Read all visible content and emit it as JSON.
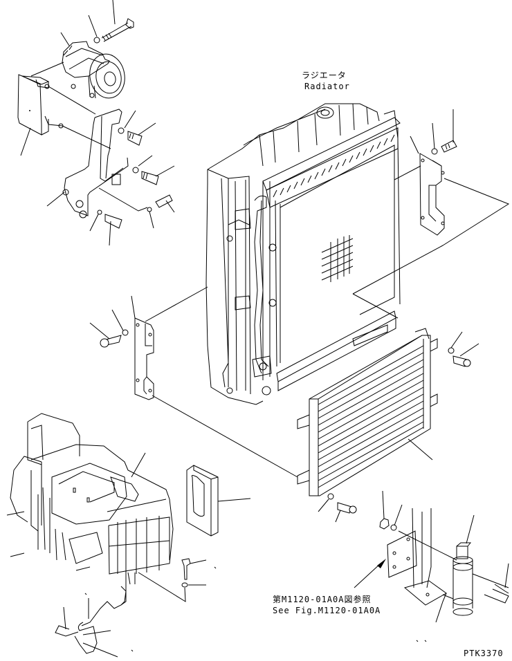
{
  "diagram": {
    "radiator_label": {
      "jp": "ラジエータ",
      "en": "Radiator"
    },
    "reference_note": {
      "jp": "第M1120-01A0A図参照",
      "en": "See Fig.M1120-01A0A"
    },
    "drawing_code": "PTK3370",
    "line_color": "#000000",
    "background": "#ffffff"
  },
  "components": [
    {
      "name": "compressor",
      "icon": "compressor-icon"
    },
    {
      "name": "compressor-bracket",
      "icon": "bracket-icon"
    },
    {
      "name": "radiator",
      "icon": "radiator-icon"
    },
    {
      "name": "condenser",
      "icon": "condenser-icon"
    },
    {
      "name": "air-conditioner-unit",
      "icon": "hvac-unit-icon"
    },
    {
      "name": "receiver-dryer",
      "icon": "receiver-dryer-icon"
    },
    {
      "name": "filter",
      "icon": "filter-icon"
    }
  ]
}
